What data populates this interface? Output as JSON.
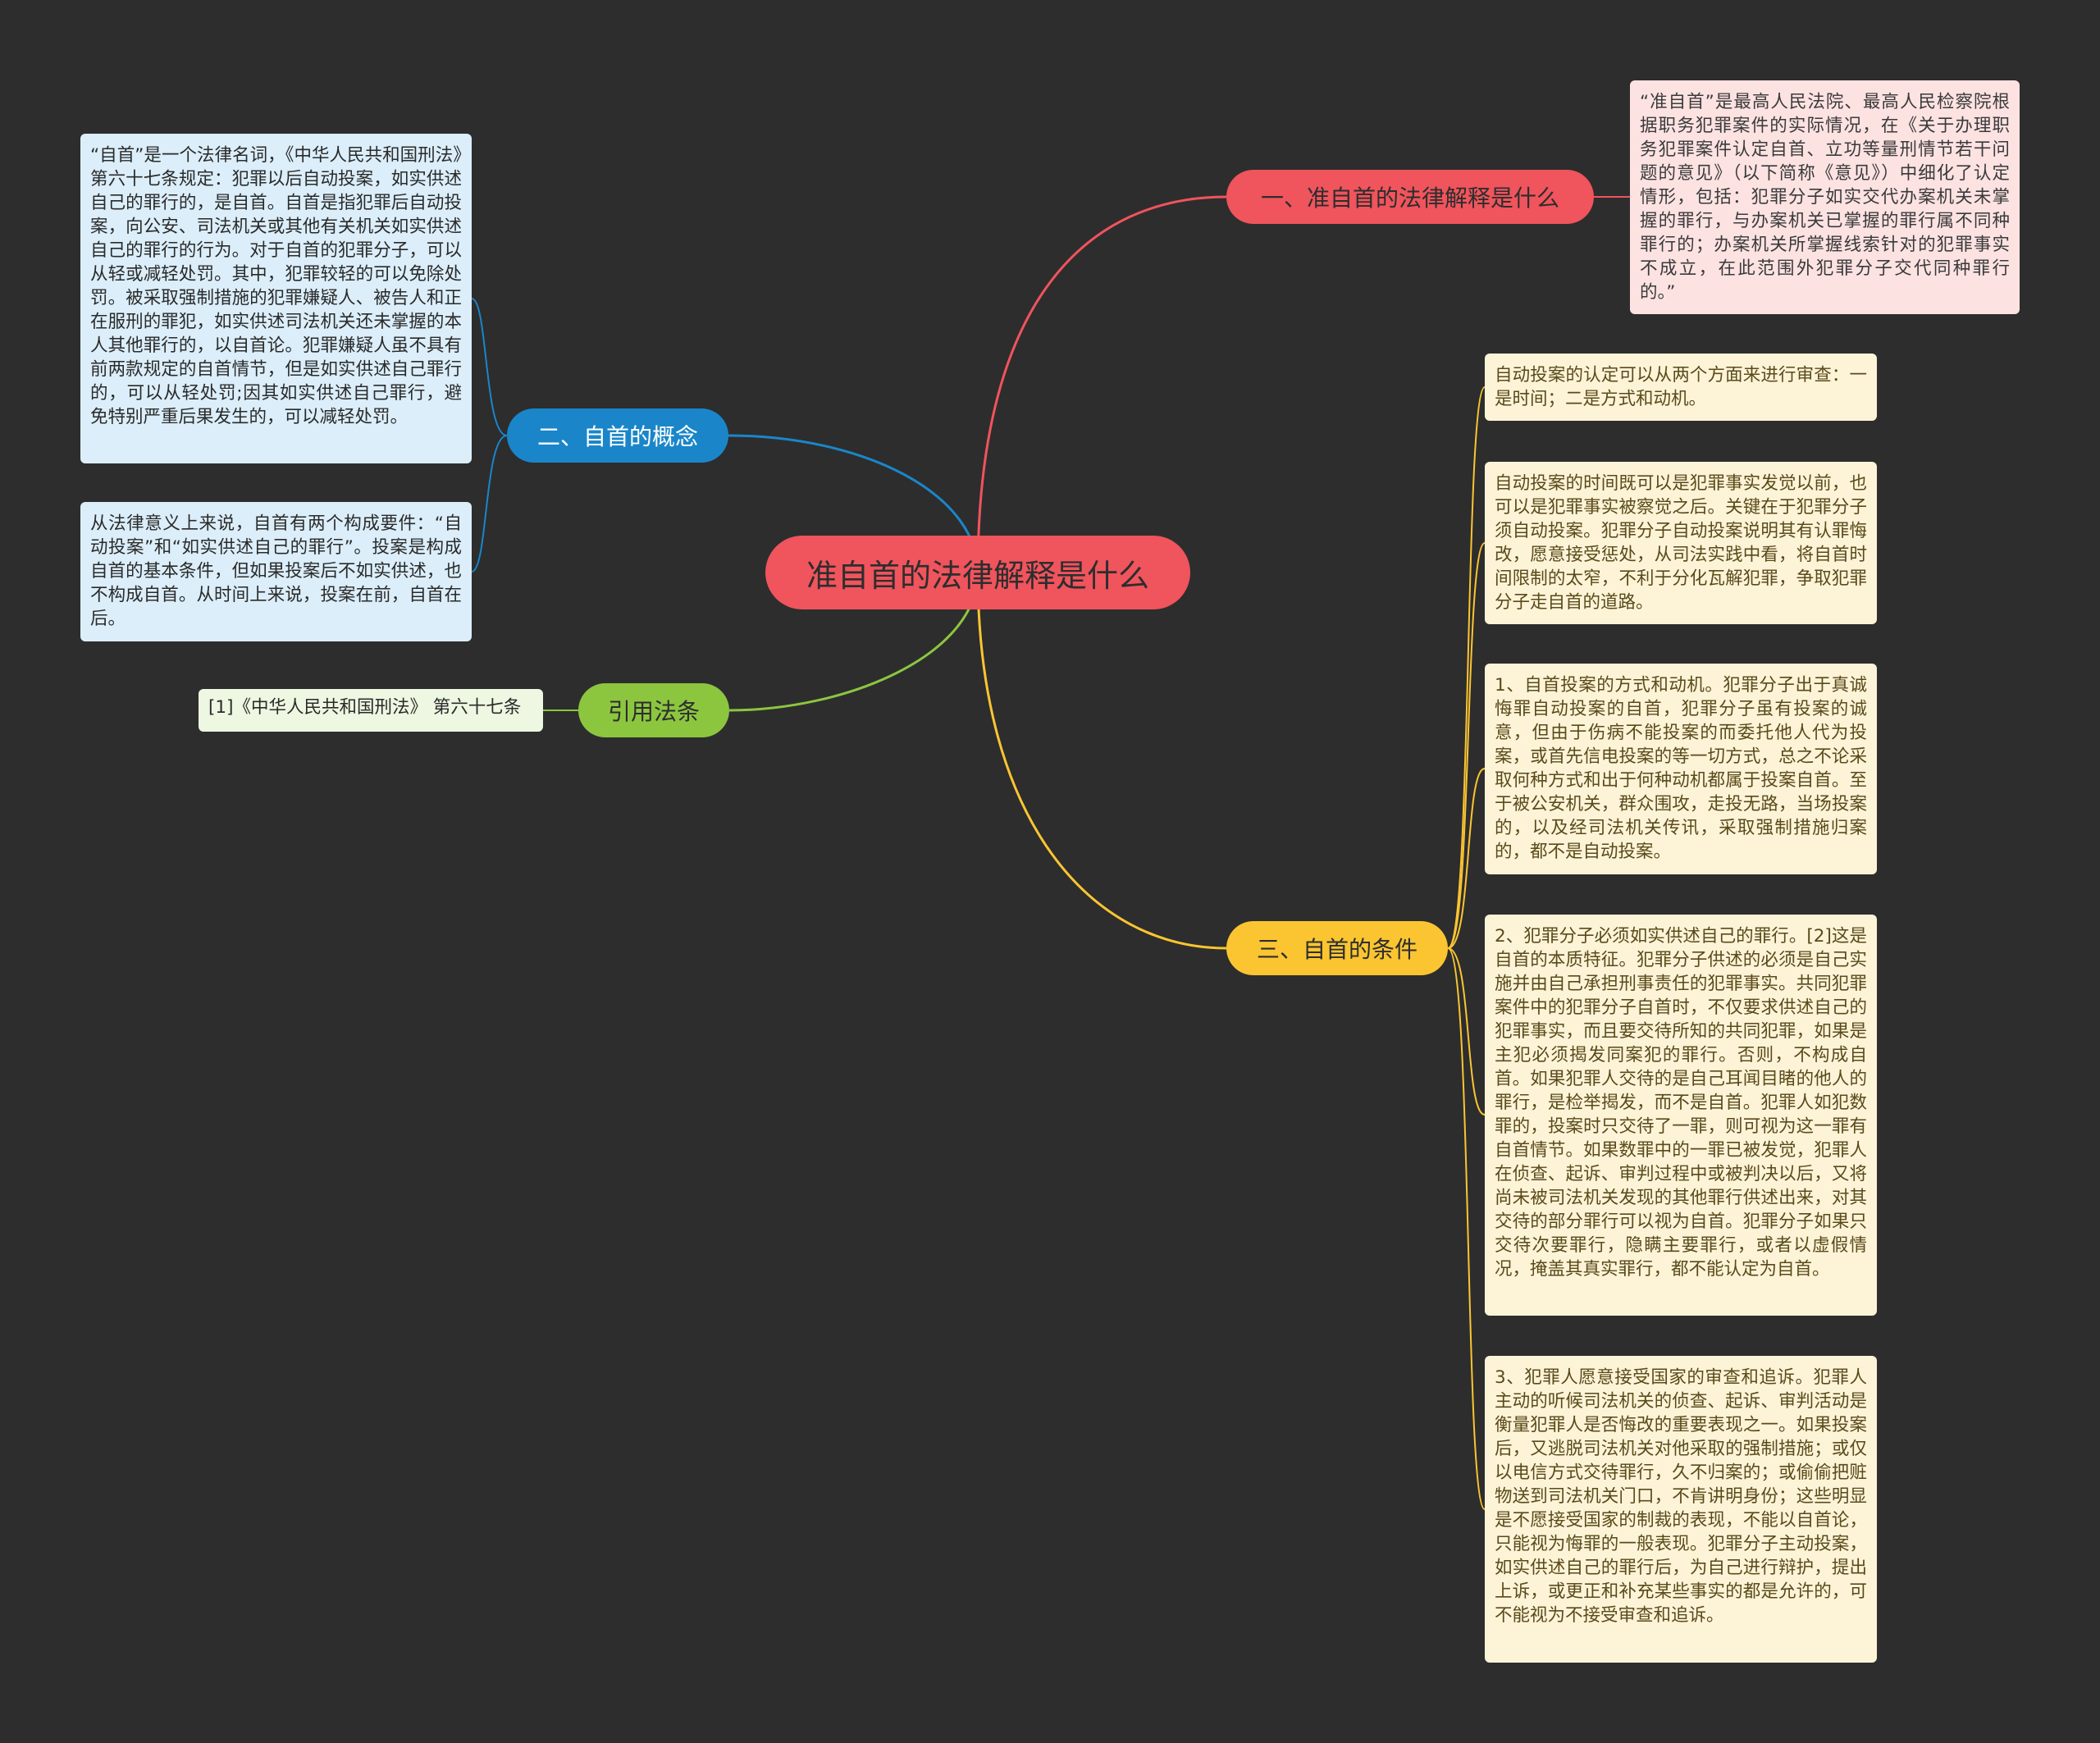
{
  "root": {
    "label": "准自首的法律解释是什么",
    "color": "#f0545c"
  },
  "branches": {
    "b1": {
      "label": "一、准自首的法律解释是什么",
      "color": "#f0545c"
    },
    "b2": {
      "label": "二、自首的概念",
      "color": "#1a86c9"
    },
    "b3": {
      "label": "三、自首的条件",
      "color": "#fbc531"
    },
    "b4": {
      "label": "引用法条",
      "color": "#8cc63f"
    }
  },
  "leaves": {
    "b1_0": "“准自首”是最高人民法院、最高人民检察院根据职务犯罪案件的实际情况，在《关于办理职务犯罪案件认定自首、立功等量刑情节若干问题的意见》（以下简称《意见》）中细化了认定情形，包括：犯罪分子如实交代办案机关未掌握的罪行，与办案机关已掌握的罪行属不同种罪行的；办案机关所掌握线索针对的犯罪事实不成立，在此范围外犯罪分子交代同种罪行的。”",
    "b2_0": "“自首”是一个法律名词，《中华人民共和国刑法》第六十七条规定：犯罪以后自动投案，如实供述自己的罪行的，是自首。自首是指犯罪后自动投案，向公安、司法机关或其他有关机关如实供述自己的罪行的行为。对于自首的犯罪分子，可以从轻或减轻处罚。其中，犯罪较轻的可以免除处罚。被采取强制措施的犯罪嫌疑人、被告人和正在服刑的罪犯，如实供述司法机关还未掌握的本人其他罪行的，以自首论。犯罪嫌疑人虽不具有前两款规定的自首情节，但是如实供述自己罪行的，可以从轻处罚;因其如实供述自己罪行，避免特别严重后果发生的，可以减轻处罚。",
    "b2_1": "从法律意义上来说，自首有两个构成要件：“自动投案”和“如实供述自己的罪行”。投案是构成自首的基本条件，但如果投案后不如实供述，也不构成自首。从时间上来说，投案在前，自首在后。",
    "b4_0": "[1]《中华人民共和国刑法》 第六十七条",
    "b3_0": "自动投案的认定可以从两个方面来进行审查：一是时间；二是方式和动机。",
    "b3_1": "自动投案的时间既可以是犯罪事实发觉以前，也可以是犯罪事实被察觉之后。关键在于犯罪分子须自动投案。犯罪分子自动投案说明其有认罪悔改，愿意接受惩处，从司法实践中看，将自首时间限制的太窄，不利于分化瓦解犯罪，争取犯罪分子走自首的道路。",
    "b3_2": "1、自首投案的方式和动机。犯罪分子出于真诚悔罪自动投案的自首，犯罪分子虽有投案的诚意，但由于伤病不能投案的而委托他人代为投案，或首先信电投案的等一切方式，总之不论采取何种方式和出于何种动机都属于投案自首。至于被公安机关，群众围攻，走投无路，当场投案的，以及经司法机关传讯，采取强制措施归案的，都不是自动投案。",
    "b3_3": "2、犯罪分子必须如实供述自己的罪行。[2]这是自首的本质特征。犯罪分子供述的必须是自己实施并由自己承担刑事责任的犯罪事实。共同犯罪案件中的犯罪分子自首时，不仅要求供述自己的犯罪事实，而且要交待所知的共同犯罪，如果是主犯必须揭发同案犯的罪行。否则，不构成自首。如果犯罪人交待的是自己耳闻目睹的他人的罪行，是检举揭发，而不是自首。犯罪人如犯数罪的，投案时只交待了一罪，则可视为这一罪有自首情节。如果数罪中的一罪已被发觉，犯罪人在侦查、起诉、审判过程中或被判决以后，又将尚未被司法机关发现的其他罪行供述出来，对其交待的部分罪行可以视为自首。犯罪分子如果只交待次要罪行，隐瞒主要罪行，或者以虚假情况，掩盖其真实罪行，都不能认定为自首。",
    "b3_4": "3、犯罪人愿意接受国家的审查和追诉。犯罪人主动的听候司法机关的侦查、起诉、审判活动是衡量犯罪人是否悔改的重要表现之一。如果投案后，又逃脱司法机关对他采取的强制措施；或仅以电信方式交待罪行，久不归案的；或偷偷把赃物送到司法机关门口，不肯讲明身份；这些明显是不愿接受国家的制裁的表现，不能以自首论，只能视为悔罪的一般表现。犯罪分子主动投案，如实供述自己的罪行后，为自己进行辩护，提出上诉，或更正和补充某些事实的都是允许的，可不能视为不接受审查和追诉。"
  }
}
